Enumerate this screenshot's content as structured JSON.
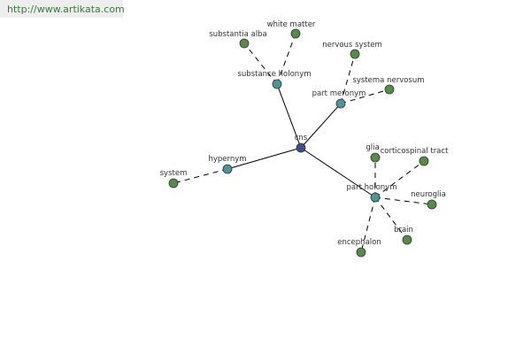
{
  "header": {
    "url": "http://www.artikata.com"
  },
  "colors": {
    "root": "#3d4e8a",
    "relation": "#4f9598",
    "leaf": "#5a8a4a"
  },
  "graph": {
    "root": {
      "id": "cns",
      "label": "cns"
    },
    "relations": [
      {
        "id": "substance-holonym",
        "label": "substance holonym",
        "children": [
          {
            "id": "substantia-alba",
            "label": "substantia alba"
          },
          {
            "id": "white-matter",
            "label": "white matter"
          }
        ]
      },
      {
        "id": "part-meronym",
        "label": "part meronym",
        "children": [
          {
            "id": "nervous-system",
            "label": "nervous system"
          },
          {
            "id": "systema-nervosum",
            "label": "systema nervosum"
          }
        ]
      },
      {
        "id": "hypernym",
        "label": "hypernym",
        "children": [
          {
            "id": "system",
            "label": "system"
          }
        ]
      },
      {
        "id": "part-holonym",
        "label": "part holonym",
        "children": [
          {
            "id": "glia",
            "label": "glia"
          },
          {
            "id": "corticospinal-tract",
            "label": "corticospinal tract"
          },
          {
            "id": "neuroglia",
            "label": "neuroglia"
          },
          {
            "id": "brain",
            "label": "brain"
          },
          {
            "id": "encephalon",
            "label": "encephalon"
          }
        ]
      }
    ]
  }
}
